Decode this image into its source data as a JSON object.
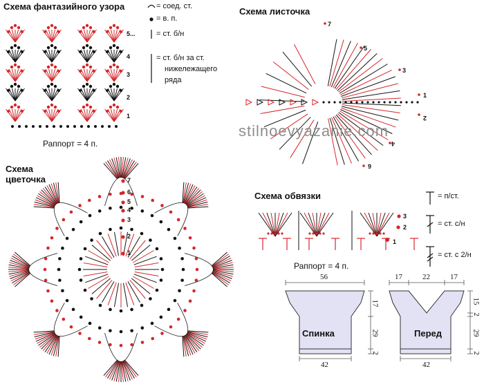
{
  "pattern": {
    "title": "Схема фантазийного узора",
    "rapport": "Раппорт = 4 п.",
    "rows": [
      "1",
      "2",
      "3",
      "4",
      "5..."
    ]
  },
  "legend_top": {
    "items": [
      {
        "symbol": "chain-arc-icon",
        "label": "= соед. ст."
      },
      {
        "symbol": "dot-icon",
        "label": "= в. п."
      },
      {
        "symbol": "short-bar-icon",
        "label": "= ст. б/н"
      },
      {
        "symbol": "long-bar-icon",
        "label_lines": [
          "= ст. б/н за ст.",
          "нижележащего",
          "ряда"
        ]
      }
    ]
  },
  "leaf": {
    "title": "Схема листочка",
    "rows": [
      "1",
      "2",
      "3",
      "4",
      "5",
      "7",
      "9"
    ]
  },
  "watermark": "stilnoevyazanie.com",
  "flower": {
    "title_lines": [
      "Схема",
      "цветочка"
    ],
    "rows": [
      "1",
      "2",
      "3",
      "4",
      "5",
      "6",
      "7"
    ]
  },
  "edging": {
    "title": "Схема обвязки",
    "rapport": "Раппорт = 4 п.",
    "rows": [
      "1",
      "2",
      "3"
    ],
    "legend": [
      {
        "symbol": "t-icon",
        "label": "= п/ст."
      },
      {
        "symbol": "dc-icon",
        "label": "= ст. с/н"
      },
      {
        "symbol": "dc2-icon",
        "label": "= ст. с 2/н"
      }
    ]
  },
  "colors": {
    "red": "#d4262b",
    "black": "#111111",
    "garment_fill": "#e3e2f4",
    "garment_stroke": "#333333"
  },
  "garments": {
    "back": {
      "label": "Спинка",
      "top_width": "56",
      "bottom_width": "42",
      "heights": [
        "17",
        "29",
        "2"
      ]
    },
    "front": {
      "label": "Перед",
      "top_widths": [
        "17",
        "22",
        "17"
      ],
      "bottom_width": "42",
      "heights": [
        "15",
        "2",
        "29",
        "2"
      ]
    }
  }
}
